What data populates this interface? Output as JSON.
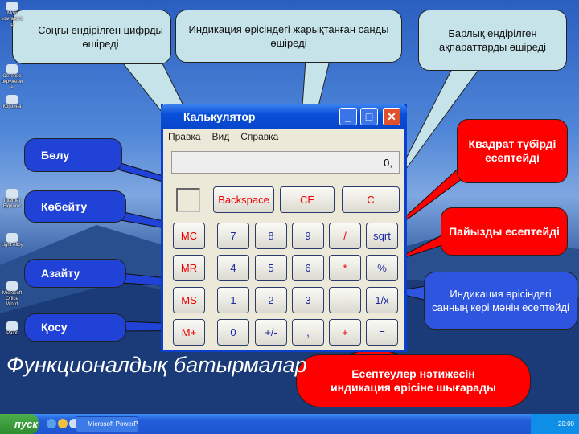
{
  "callouts": {
    "backspace": "Соңғы ендірілген цифрды өшіреді",
    "ce": "Индикация өрісіндегі жарықтанған санды өшіреді",
    "c": "Барлық ендірілген ақпараттарды өшіреді",
    "divide": "Бөлу",
    "multiply": "Көбейту",
    "subtract": "Азайту",
    "add": "Қосу",
    "sqrt": "Квадрат түбірді есептейді",
    "percent": "Пайызды есептейді",
    "reciprocal": "Индикация өрісіндегі санның кері мәнін есептейді",
    "equals": "Есептеулер нәтижесін индикация өрісіне шығарады"
  },
  "caption": "Функционалдық батырмалар",
  "calculator": {
    "title": "Калькулятор",
    "menu": [
      "Правка",
      "Вид",
      "Справка"
    ],
    "display": "0,",
    "top_buttons": [
      "Backspace",
      "CE",
      "C"
    ],
    "rows": [
      [
        "MC",
        "7",
        "8",
        "9",
        "/",
        "sqrt"
      ],
      [
        "MR",
        "4",
        "5",
        "6",
        "*",
        "%"
      ],
      [
        "MS",
        "1",
        "2",
        "3",
        "-",
        "1/x"
      ],
      [
        "M+",
        "0",
        "+/-",
        ",",
        "+",
        "="
      ]
    ]
  },
  "desktop_icons": [
    "Мой компьютер",
    "Сетевое окружение",
    "Корзина",
    "Internet Explorer",
    "Light Alloy",
    "Microsoft Office Word",
    "Paint"
  ],
  "taskbar": {
    "start": "пуск",
    "task": "Microsoft PowerPoint ...",
    "clock": "20:00"
  },
  "colors": {
    "blue_callout": "#2042d6",
    "red_callout": "#ff0000",
    "light_callout": "#c6e3ea"
  }
}
